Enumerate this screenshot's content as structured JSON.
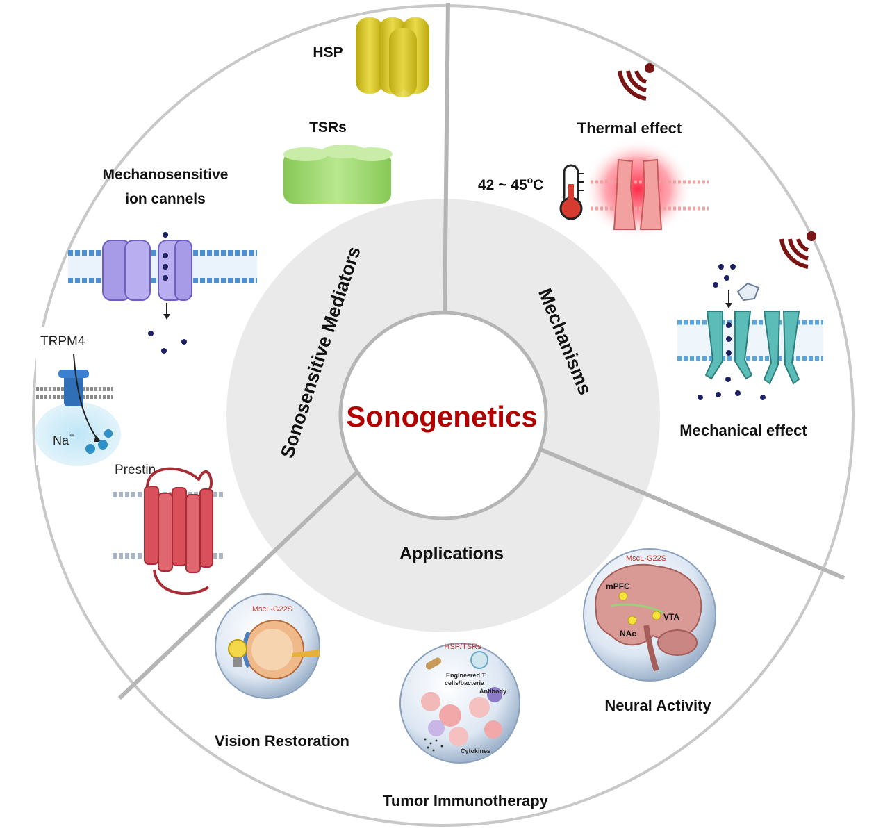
{
  "center": {
    "title": "Sonogenetics",
    "title_color": "#b00000"
  },
  "ring": {
    "sonosensitive_mediators": "Sonosensitive Mediators",
    "mechanisms": "Mechanisms",
    "applications": "Applications"
  },
  "mediators": {
    "hsp": "HSP",
    "tsrs": "TSRs",
    "msc_line1": "Mechanosensitive",
    "msc_line2": "ion cannels",
    "trpm4": "TRPM4",
    "na": "Na",
    "na_sup": "+",
    "prestin": "Prestin"
  },
  "mechanisms": {
    "thermal": "Thermal effect",
    "temp_main": "42 ~ 45",
    "temp_o": "o",
    "temp_c": "C",
    "mechanical": "Mechanical effect"
  },
  "applications": {
    "vision": "Vision Restoration",
    "vision_tag": "MscL-G22S",
    "tumor": "Tumor Immunotherapy",
    "tumor_tag": "HSP/TSRs",
    "tumor_engineered_1": "Engineered T",
    "tumor_engineered_2": "cells/bacteria",
    "tumor_antibody": "Antibody",
    "tumor_cytokines": "Cytokines",
    "neural": "Neural Activity",
    "neural_tag": "MscL-G22S",
    "mpfc": "mPFC",
    "vta": "VTA",
    "nac": "NAc"
  },
  "colors": {
    "ring_stroke": "#c8c8c8",
    "inner_disk": "#eaeaea",
    "hsp": "#d4c21a",
    "tsrs": "#9ed76a",
    "msc": "#a79ae6",
    "trpm4": "#2f6fb8",
    "prestin": "#d9505a",
    "thermal_channel": "#f2a0a0",
    "mech_channel": "#5bbcb8",
    "signal_icon": "#7a1515"
  }
}
